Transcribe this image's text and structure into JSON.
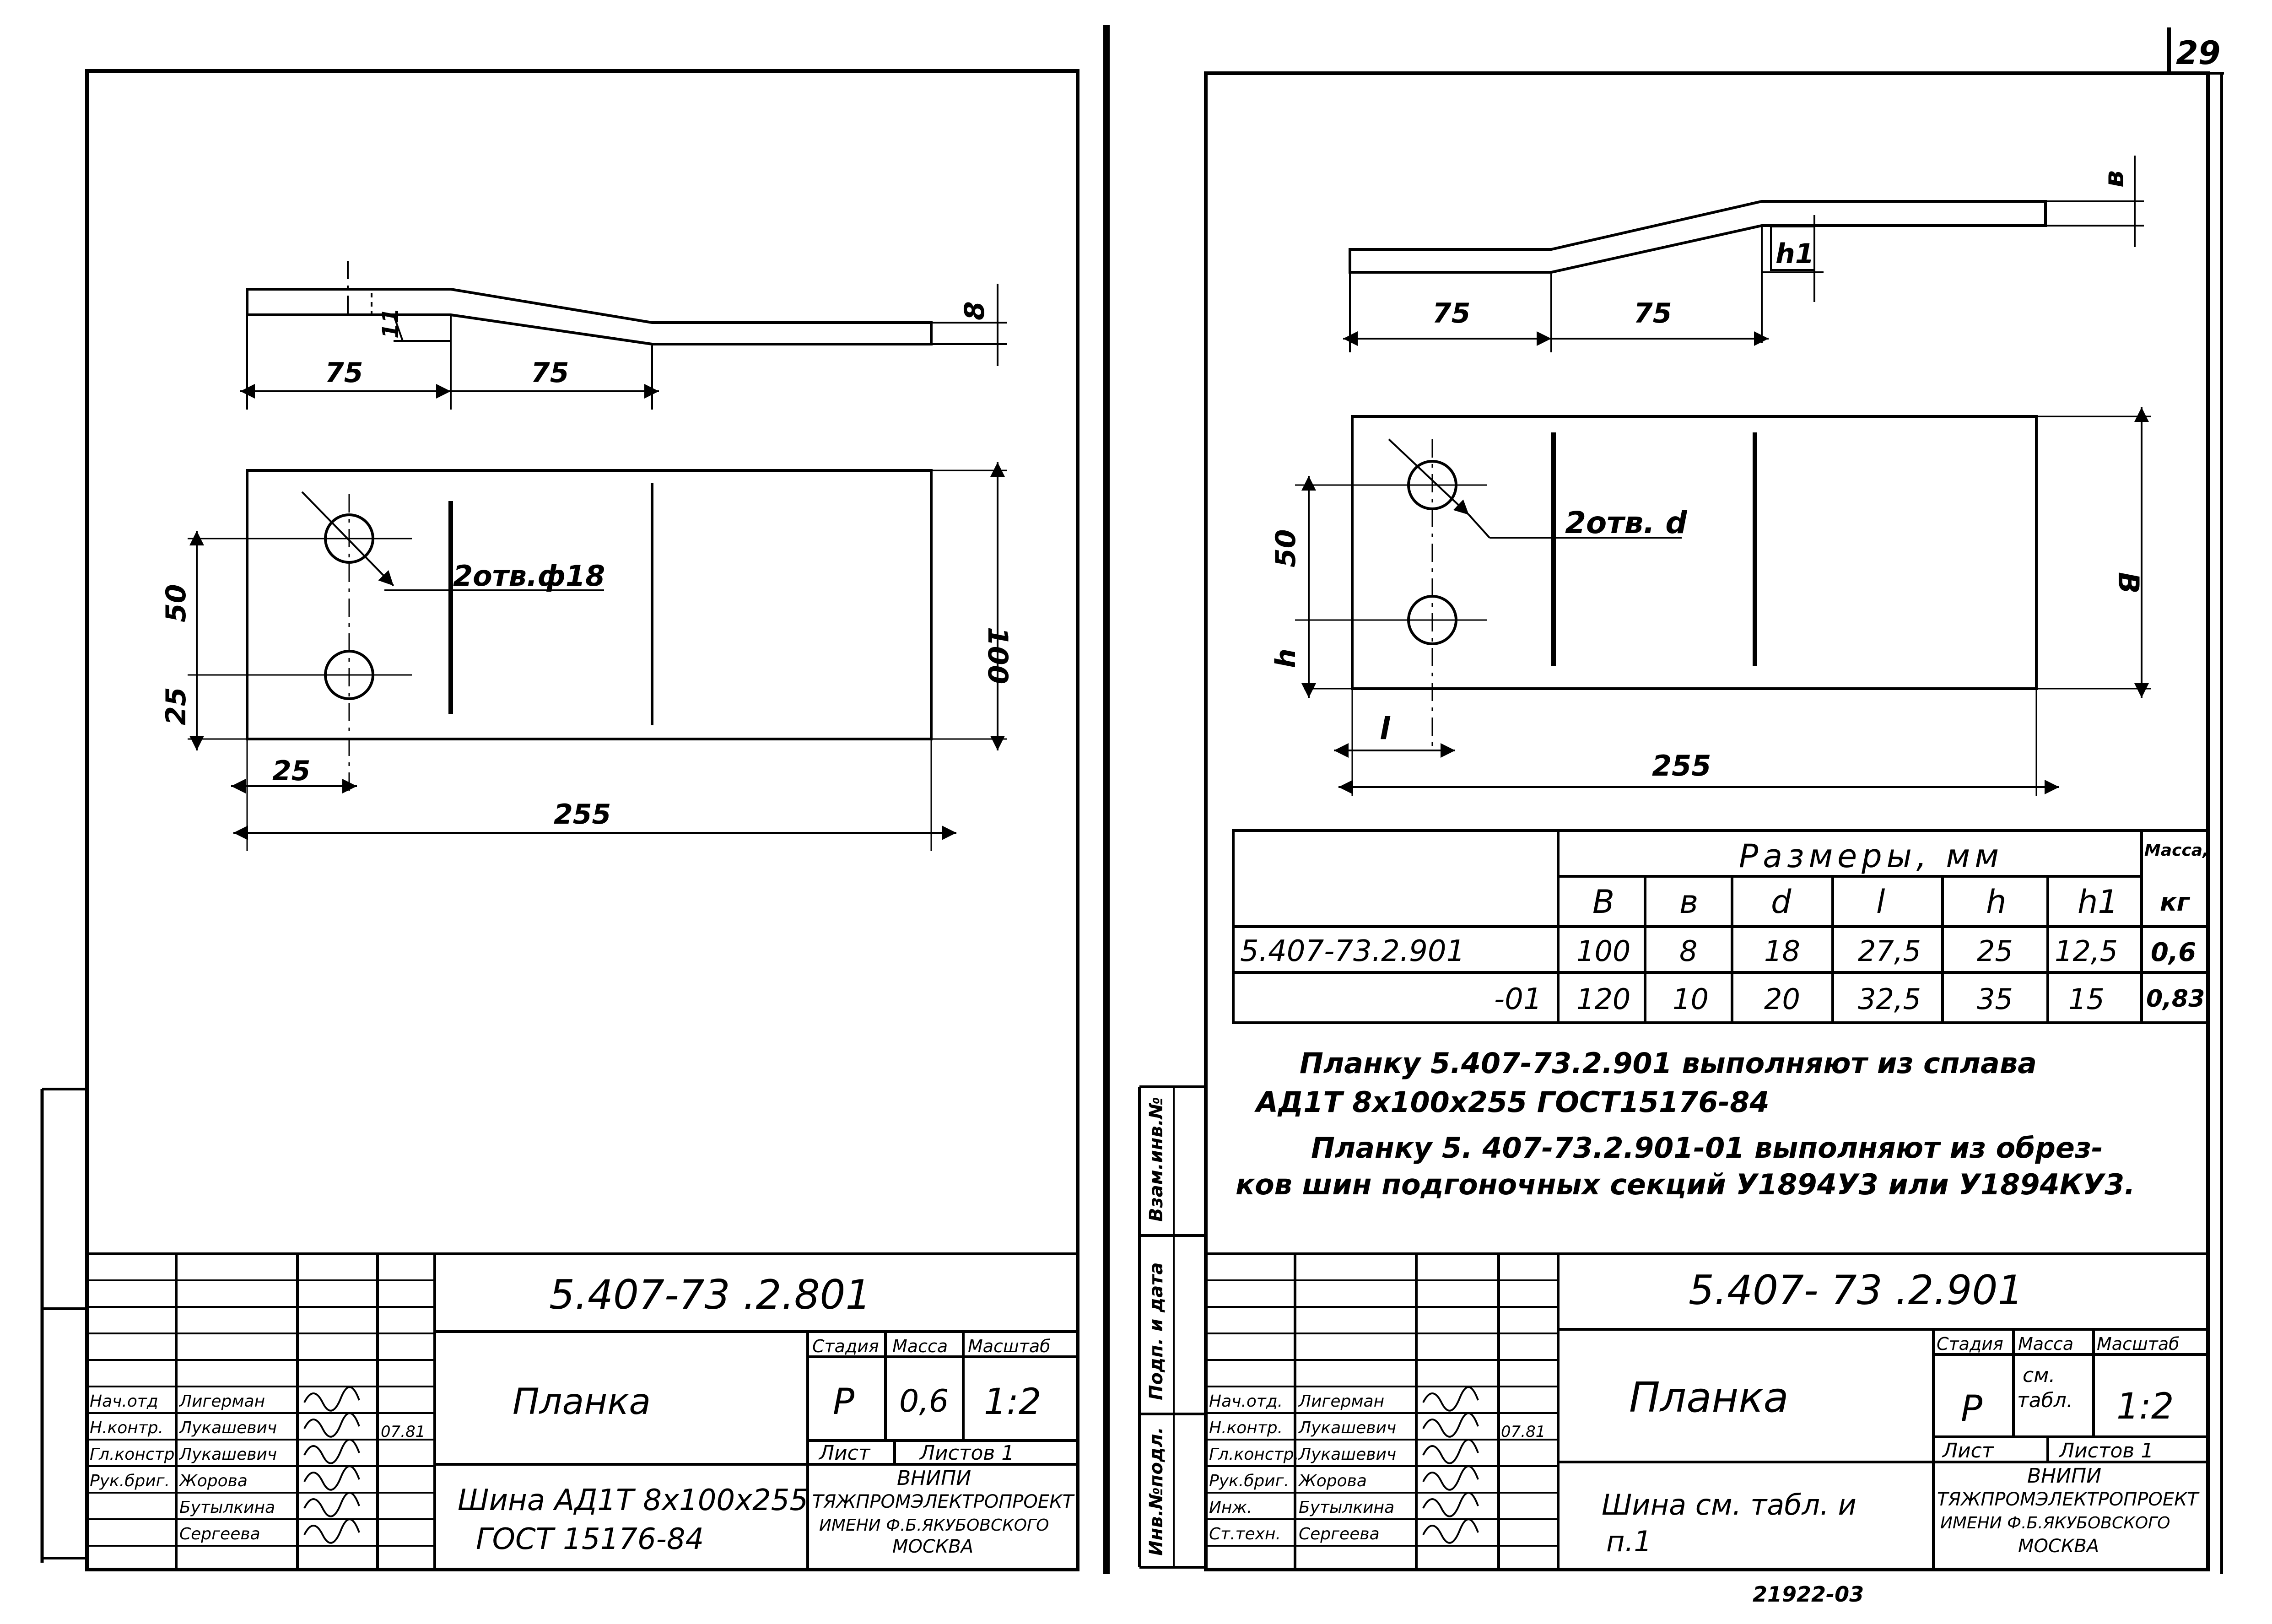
{
  "page_number": "29",
  "archive_number": "21922-03",
  "left_sheet": {
    "dims": {
      "side_a": "75",
      "side_b": "75",
      "thick": "8",
      "h1": "11",
      "hole_callout": "2отв.ф18",
      "v50": "50",
      "v25": "25",
      "h25": "25",
      "len255": "255",
      "w100": "100"
    },
    "title_block": {
      "doc_code": "5.407-73 .2.801",
      "part_name": "Планка",
      "col_stage": "Стадия",
      "col_mass": "Масса",
      "col_scale": "Масштаб",
      "stage": "Р",
      "mass": "0,6",
      "scale": "1:2",
      "sheet_label": "Лист",
      "sheets_label": "Листов 1",
      "material_1": "Шина АД1Т 8х100х255",
      "material_2": "ГОСТ 15176-84",
      "org_1": "ВНИПИ",
      "org_2": "ТЯЖПРОМЭЛЕКТРОПРОЕКТ",
      "org_3": "ИМЕНИ Ф.Б.ЯКУБОВСКОГО",
      "org_4": "МОСКВА",
      "roles": [
        "Нач.отд",
        "Н.контр.",
        "Гл.констр.",
        "Рук.бриг.",
        "",
        ""
      ],
      "names": [
        "Лигерман",
        "Лукашевич",
        "Лукашевич",
        "Жорова",
        "Бутылкина",
        "Сергеева"
      ],
      "date": "07.81"
    }
  },
  "right_sheet": {
    "dims": {
      "side_a": "75",
      "side_b": "75",
      "thick": "в",
      "h1": "h1",
      "hole_callout": "2отв. d",
      "v50": "50",
      "vh": "h",
      "hl": "l",
      "len255": "255",
      "wB": "В"
    },
    "table": {
      "size_header": "Размеры, мм",
      "mass_header": "Масса,",
      "mass_unit": "кг",
      "columns": [
        "В",
        "в",
        "d",
        "l",
        "h",
        "h1"
      ],
      "rows": [
        {
          "designation": "5.407-73.2.901",
          "values": [
            "100",
            "8",
            "18",
            "27,5",
            "25",
            "12,5"
          ],
          "mass": "0,6"
        },
        {
          "designation": "-01",
          "values": [
            "120",
            "10",
            "20",
            "32,5",
            "35",
            "15"
          ],
          "mass": "0,83"
        }
      ]
    },
    "notes": [
      "Планку 5.407-73.2.901 выполняют из сплава",
      "АД1Т 8х100х255 ГОСТ15176-84",
      "Планку 5. 407-73.2.901-01 выполняют из обрез-",
      "ков шин подгоночных секций У1894У3 или У1894КУ3."
    ],
    "side_stamps": [
      "Инв.№подл.",
      "Подп. и дата",
      "Взам.инв.№"
    ],
    "title_block": {
      "doc_code": "5.407- 73 .2.901",
      "part_name": "Планка",
      "col_stage": "Стадия",
      "col_mass": "Масса",
      "col_scale": "Масштаб",
      "stage": "Р",
      "mass_1": "см.",
      "mass_2": "табл.",
      "scale": "1:2",
      "sheet_label": "Лист",
      "sheets_label": "Листов 1",
      "material_1": "Шина   см. табл. и",
      "material_2": "п.1",
      "org_1": "ВНИПИ",
      "org_2": "ТЯЖПРОМЭЛЕКТРОПРОЕКТ",
      "org_3": "ИМЕНИ Ф.Б.ЯКУБОВСКОГО",
      "org_4": "МОСКВА",
      "roles": [
        "Нач.отд.",
        "Н.контр.",
        "Гл.констр.",
        "Рук.бриг.",
        "Инж.",
        "Ст.техн."
      ],
      "names": [
        "Лигерман",
        "Лукашевич",
        "Лукашевич",
        "Жорова",
        "Бутылкина",
        "Сергеева"
      ],
      "date": "07.81"
    }
  }
}
